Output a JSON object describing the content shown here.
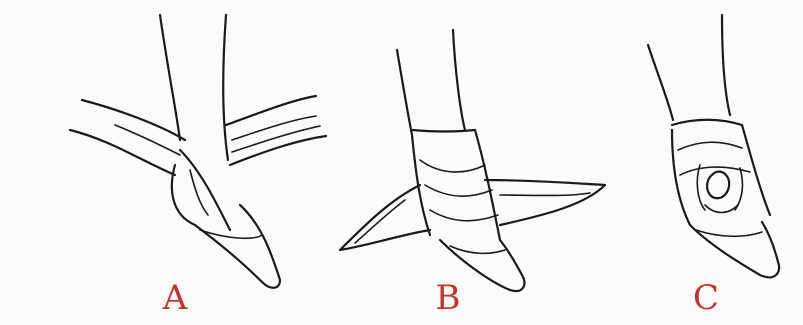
{
  "panels": [
    {
      "label": "A"
    },
    {
      "label": "B"
    },
    {
      "label": "C"
    }
  ],
  "colors": {
    "background": "#fbfbfa",
    "line": "#1a1a1a",
    "label": "#c8322c"
  }
}
